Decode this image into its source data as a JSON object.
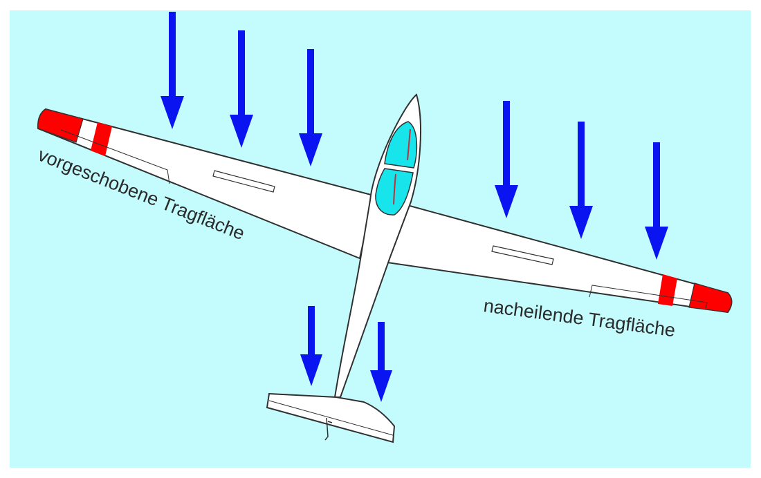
{
  "labels": {
    "advancing_wing": "vorgeschobene Tragfläche",
    "retreating_wing": "nacheilende Tragfläche"
  },
  "colors": {
    "sky": "#c4fbfd",
    "arrow": "#0a14f0",
    "airframe": "#ffffff",
    "outline": "#303030",
    "wingtip": "#ff0000",
    "canopy": "#18e4ec",
    "canopy_line": "#c0303a"
  },
  "icons": {
    "airframe": "glider-top-view",
    "flow": "down-arrow"
  }
}
